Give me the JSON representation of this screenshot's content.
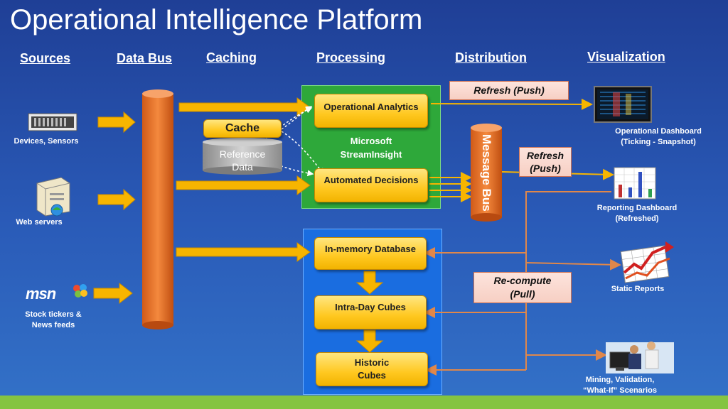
{
  "title": "Operational Intelligence Platform",
  "headers": {
    "sources": "Sources",
    "data_bus": "Data Bus",
    "caching": "Caching",
    "processing": "Processing",
    "distribution": "Distribution",
    "visualization": "Visualization"
  },
  "sources": {
    "devices": "Devices, Sensors",
    "web": "Web servers",
    "msn_logo": "msn",
    "stock_1": "Stock tickers &",
    "stock_2": "News feeds"
  },
  "caching": {
    "cache": "Cache",
    "reference_1": "Reference",
    "reference_2": "Data"
  },
  "processing": {
    "op_analytics": "Operational Analytics",
    "microsoft_1": "Microsoft",
    "microsoft_2": "StreamInsight",
    "auto_decisions": "Automated Decisions",
    "in_memory": "In-memory Database",
    "intra_day": "Intra-Day Cubes",
    "historic_1": "Historic",
    "historic_2": "Cubes"
  },
  "distribution": {
    "message_bus": "Message Bus",
    "refresh_push_top": "Refresh (Push)",
    "refresh_1": "Refresh",
    "refresh_2": "(Push)",
    "recompute_1": "Re-compute",
    "recompute_2": "(Pull)"
  },
  "visualization": {
    "op_dash_1": "Operational Dashboard",
    "op_dash_2": "(Ticking - Snapshot)",
    "rep_dash_1": "Reporting Dashboard",
    "rep_dash_2": "(Refreshed)",
    "static": "Static Reports",
    "mining_1": "Mining, Validation,",
    "mining_2": "“What-If” Scenarios"
  },
  "colors": {
    "background_top": "#1f3f96",
    "background_bottom": "#3372c8",
    "arrow_yellow": "#f7b500",
    "bus_orange": "#e8722a",
    "stream_green": "#2ea83a",
    "db_blue": "#1a6de0",
    "callout_pink": "#f7cfc3",
    "connector_orange": "#e0874a"
  },
  "icons": [
    "server-rack-icon",
    "web-server-icon",
    "msn-logo",
    "trading-screen-icon",
    "bar-chart-icon",
    "rising-chart-icon",
    "people-at-computer-icon"
  ]
}
